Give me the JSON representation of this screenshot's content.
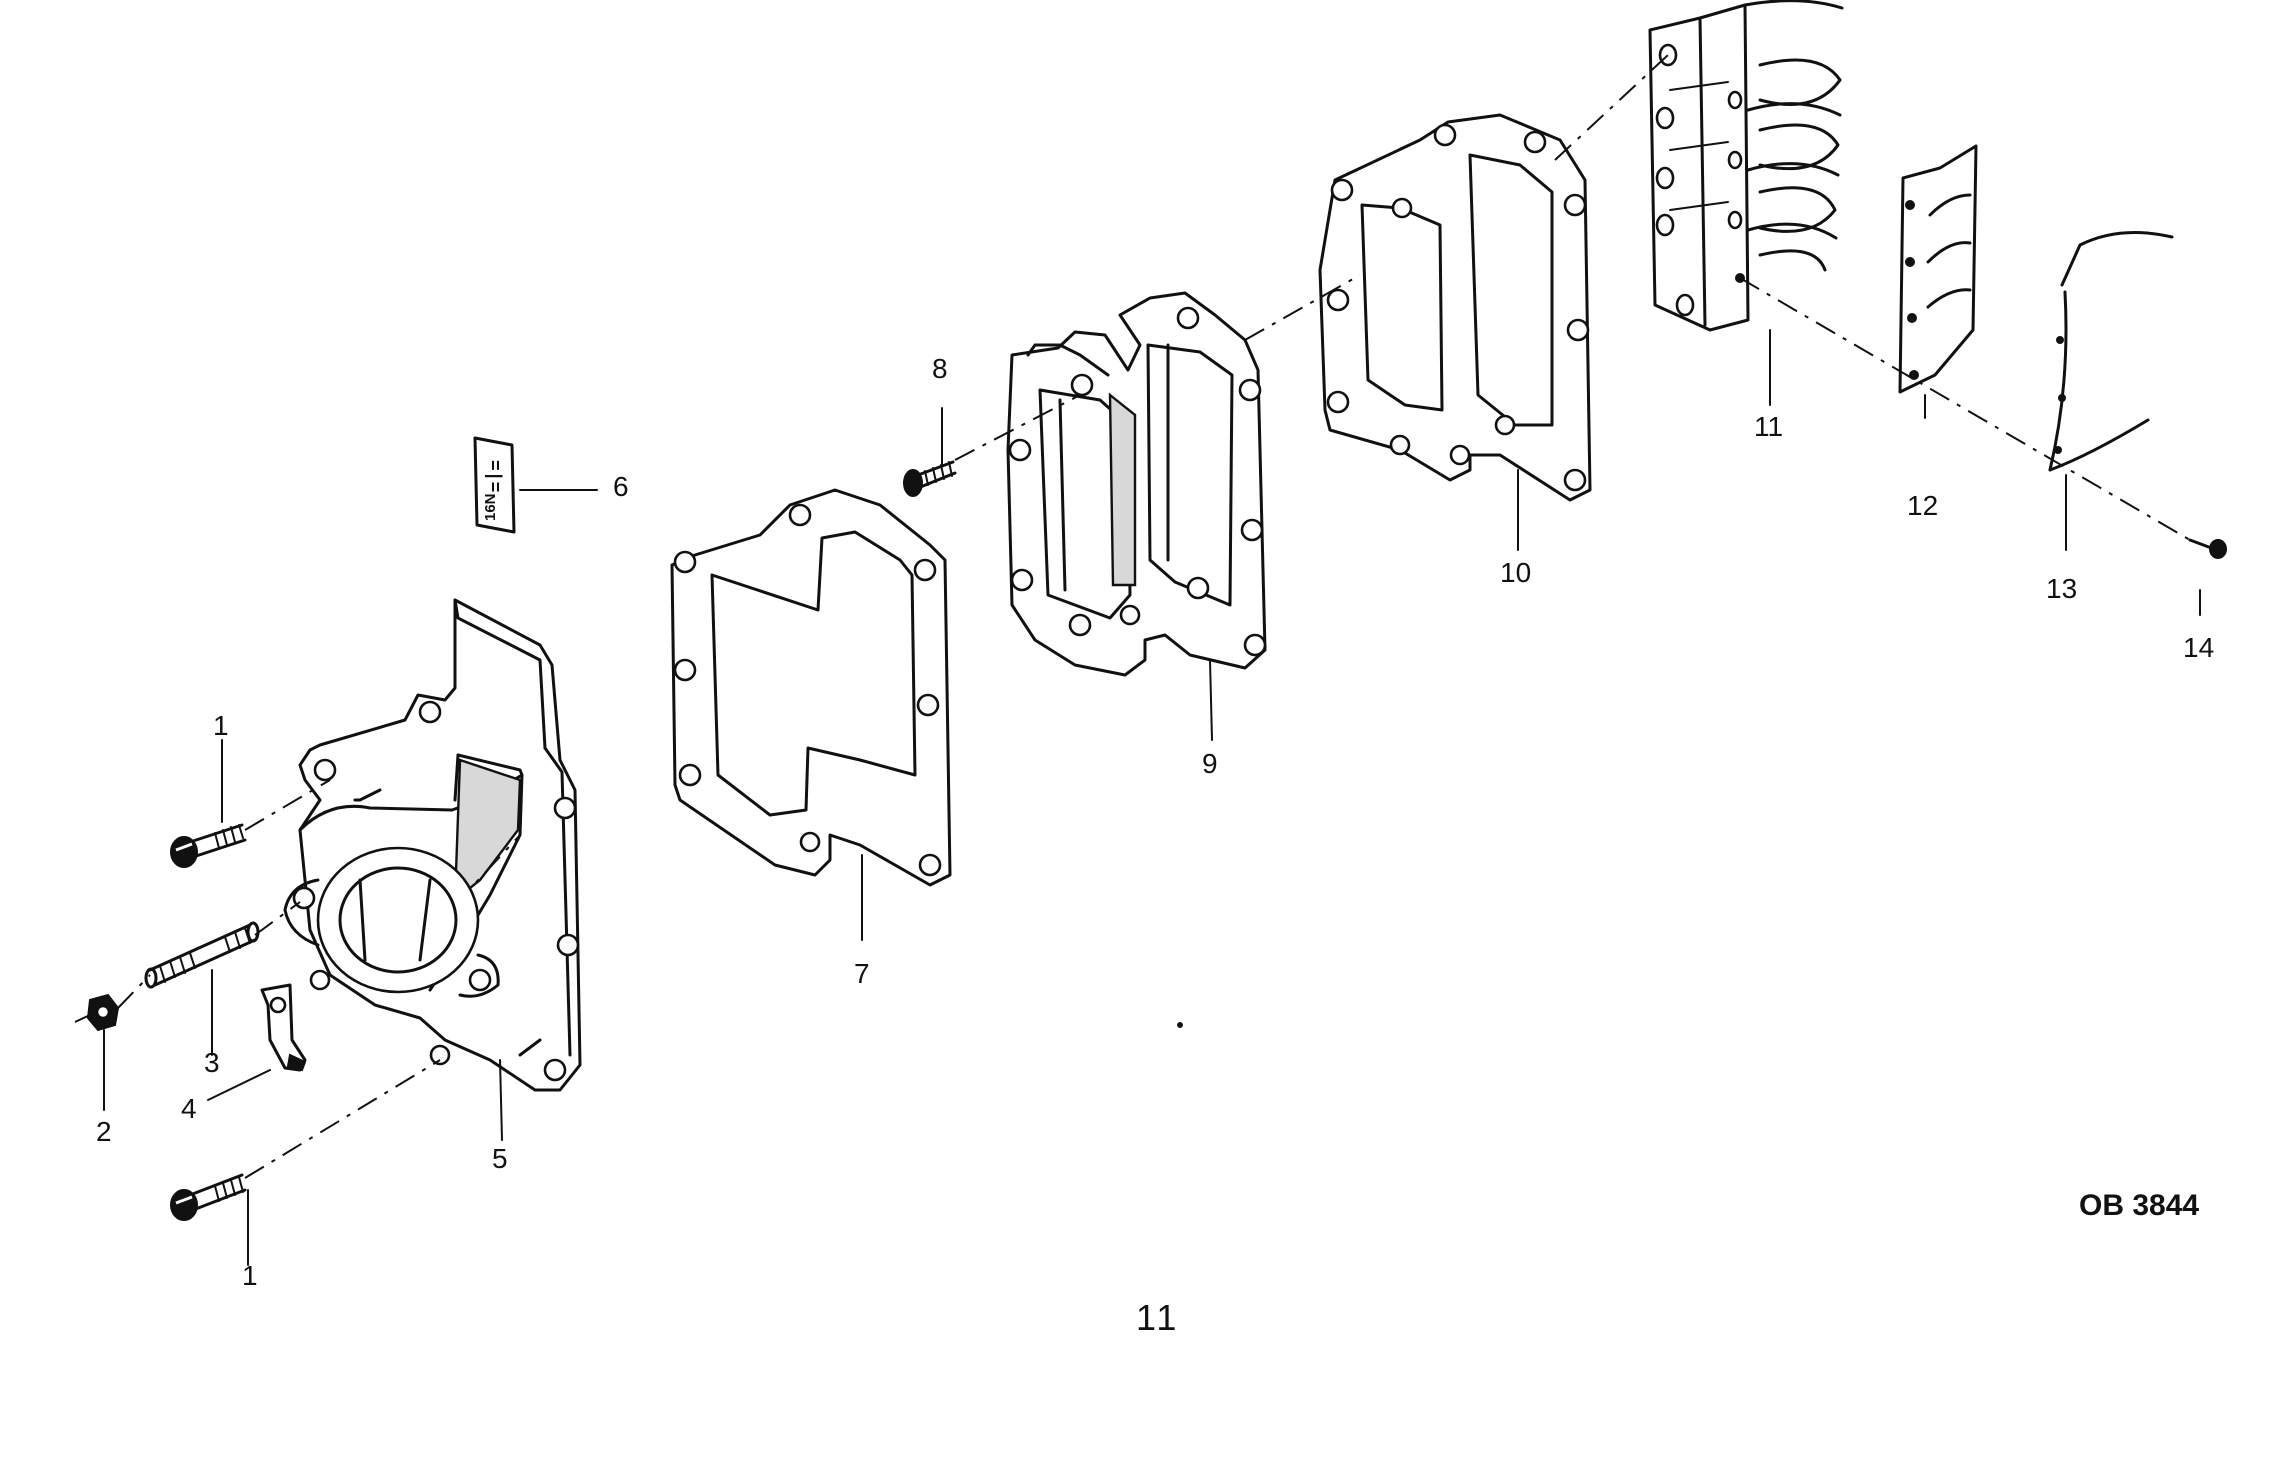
{
  "diagram": {
    "callouts": [
      "1",
      "2",
      "3",
      "4",
      "5",
      "6",
      "7",
      "8",
      "9",
      "10",
      "11",
      "12",
      "13",
      "14",
      "1"
    ],
    "figure_code": "OB 3844",
    "page_number": "11"
  }
}
